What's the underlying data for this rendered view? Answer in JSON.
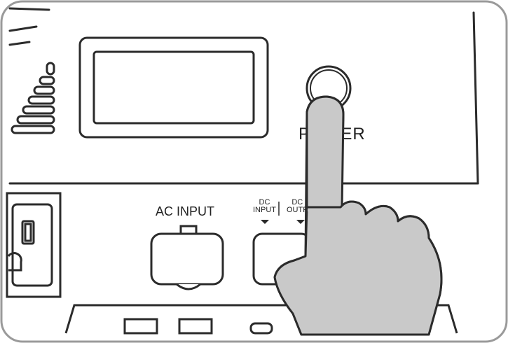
{
  "labels": {
    "power": "POWER",
    "ac_input": "AC INPUT",
    "dc_input_line1": "DC",
    "dc_input_line2": "INPUT",
    "dc_output_line1": "DC",
    "dc_output_line2": "OUTP"
  },
  "colors": {
    "outline": "#2b2b2b",
    "panel": "#ffffff",
    "finger_fill": "#c9c9c9",
    "frame_border": "#9a9a9a"
  },
  "icons": [
    "power-button-icon",
    "pointing-hand-icon",
    "ac-outlet-icon",
    "down-arrow-icon"
  ]
}
